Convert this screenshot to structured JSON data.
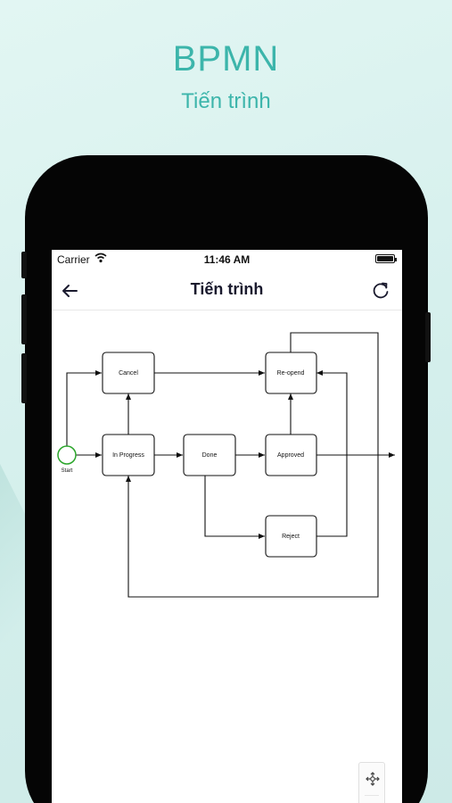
{
  "promo": {
    "title": "BPMN",
    "subtitle": "Tiến trình"
  },
  "status_bar": {
    "carrier": "Carrier",
    "time": "11:46 AM",
    "wifi_icon": "wifi-icon",
    "battery_icon": "battery-icon"
  },
  "nav": {
    "title": "Tiến trình",
    "back_icon": "arrow-left-icon",
    "refresh_icon": "refresh-icon"
  },
  "diagram": {
    "start_label": "Start",
    "nodes": {
      "cancel": "Cancel",
      "reopened": "Re-opend",
      "in_progress": "In Progress",
      "done": "Done",
      "approved": "Approved",
      "reject": "Reject"
    }
  },
  "controls": {
    "recenter_icon": "move-crosshair-icon"
  },
  "colors": {
    "accent": "#3cb5ab",
    "start_event": "#2aa52a",
    "phone_frame": "#050505",
    "nav_title": "#1a1a2e"
  }
}
